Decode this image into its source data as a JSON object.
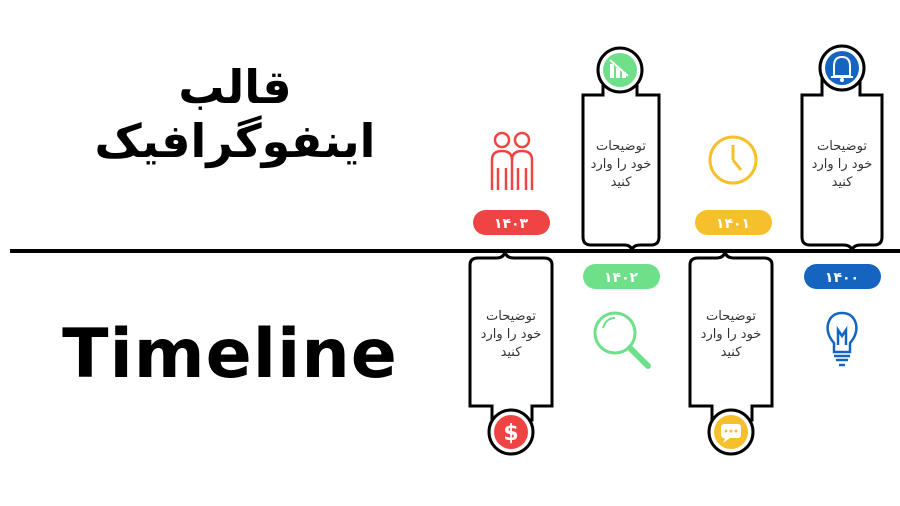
{
  "title_fa": "قالب اینفوگرافیک",
  "title_en": "Timeline",
  "desc_lines": [
    "توضیحات",
    "خود را وارد",
    "کنید"
  ],
  "colors": {
    "red": "#ee4444",
    "green": "#6fe08a",
    "yellow": "#f5c02b",
    "blue": "#1565c0"
  },
  "milestones": [
    {
      "year": "۱۴۰۰",
      "color": "#1565c0",
      "side": "top",
      "icon": "bell-icon",
      "bottom_icon": "lightbulb-icon"
    },
    {
      "year": "۱۴۰۱",
      "color": "#f5c02b",
      "side": "bottom",
      "icon": "chat-icon",
      "top_icon": "clock-icon"
    },
    {
      "year": "۱۴۰۲",
      "color": "#6fe08a",
      "side": "top",
      "icon": "chart-icon",
      "bottom_icon": "search-icon"
    },
    {
      "year": "۱۴۰۳",
      "color": "#ee4444",
      "side": "bottom",
      "icon": "dollar-icon",
      "top_icon": "people-icon"
    }
  ]
}
